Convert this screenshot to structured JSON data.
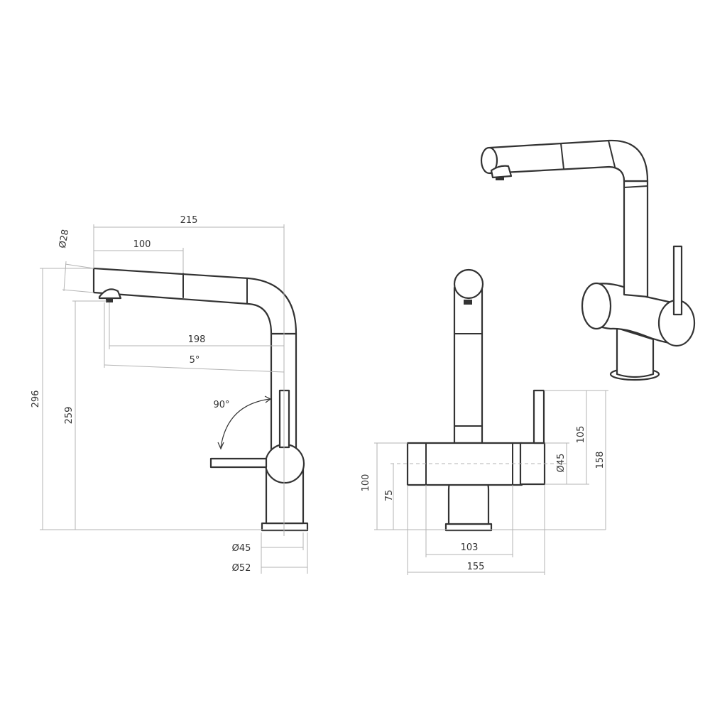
{
  "side_view": {
    "dim_diameter_spout": "Ø28",
    "dim_total_reach": "215",
    "dim_pullout": "100",
    "dim_reach_aerator": "198",
    "dim_angle_tilt": "5°",
    "dim_angle_lever": "90°",
    "dim_total_height": "296",
    "dim_outlet_height": "259",
    "dim_body_diameter": "Ø45",
    "dim_base_diameter": "Ø52"
  },
  "front_view": {
    "dim_body_height": "100",
    "dim_inlet_height": "75",
    "dim_base_width": "103",
    "dim_total_width": "155",
    "dim_lever_height": "105",
    "dim_lever_diameter": "Ø45",
    "dim_total_height": "158"
  },
  "colors": {
    "line": "#333333",
    "dimension": "#b3b3b3",
    "background": "#ffffff"
  }
}
